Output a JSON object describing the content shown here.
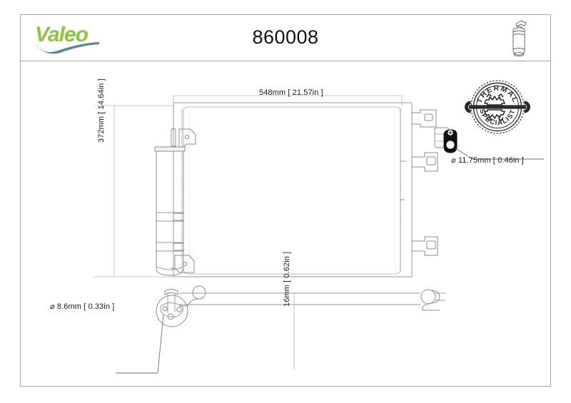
{
  "header": {
    "brand": "Valeo",
    "part_number": "860008",
    "product_icon": "receiver-drier-icon"
  },
  "stamp": {
    "top_text": "THERMAL",
    "bottom_text": "SPECIALIST",
    "icon": "wrench-gear-icon"
  },
  "dimensions": {
    "width": "548mm [ 21.57in ]",
    "height": "372mm [ 14.64in ]",
    "port_diameter": "⌀ 11.75mm [ 0.46in ]",
    "pipe_diameter": "⌀ 8.6mm [ 0.33in ]",
    "depth": "16mm [ 0.62in ]"
  },
  "colors": {
    "brand_green": "#8cc63e",
    "brand_teal": "#3f7f8c",
    "line": "#9a9a9a",
    "frame": "#a6a6a6",
    "text": "#1a1a1a"
  },
  "drawing": {
    "front_view_label": "condenser-front-view",
    "bottom_view_label": "condenser-bottom-view",
    "core_label": "condenser-core",
    "drier_label": "receiver-drier-bottle",
    "fitting_label": "refrigerant-port-fitting"
  }
}
